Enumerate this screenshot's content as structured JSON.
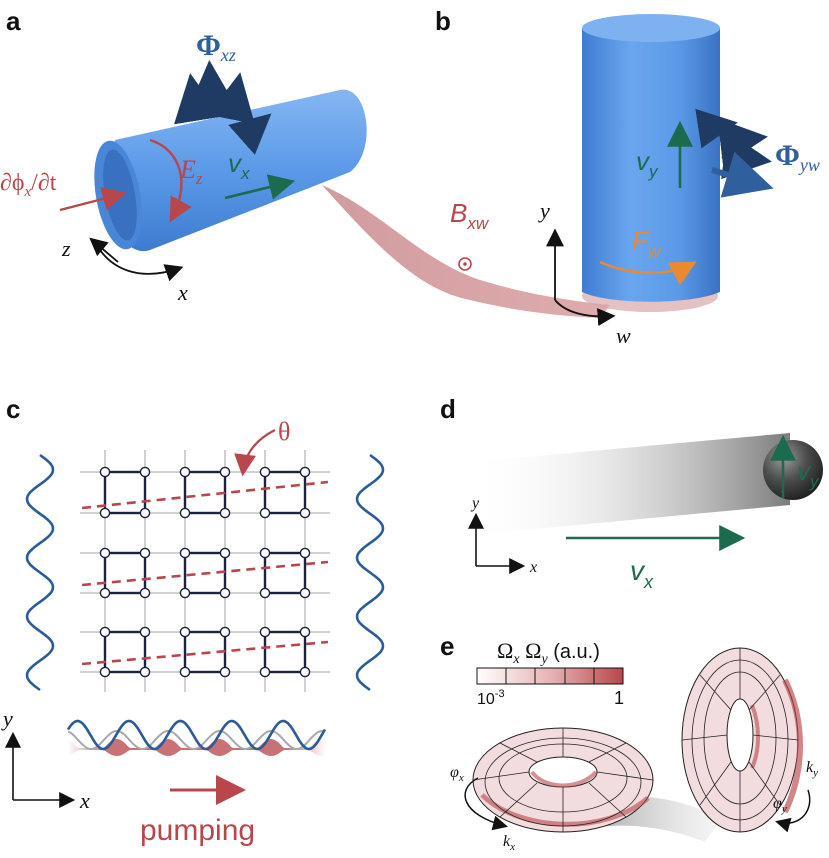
{
  "panels": {
    "a": {
      "label": "a",
      "flux": "Φ",
      "flux_sub": "xz",
      "efield": "E",
      "efield_sub": "z",
      "velocity": "v",
      "velocity_sub": "x",
      "dphi": "∂ϕ",
      "dphi_sub": "x",
      "dphi_tail": "/∂t",
      "axis_z": "z",
      "axis_x": "x"
    },
    "middle": {
      "bfield": "B",
      "bfield_sub": "xw"
    },
    "b": {
      "label": "b",
      "flux": "Φ",
      "flux_sub": "yw",
      "velocity": "v",
      "velocity_sub": "y",
      "force": "F",
      "force_sub": "w",
      "axis_y": "y",
      "axis_w": "w"
    },
    "c": {
      "label": "c",
      "theta": "θ",
      "axis_y": "y",
      "axis_x": "x",
      "pumping": "pumping"
    },
    "d": {
      "label": "d",
      "axis_y": "y",
      "axis_x": "x",
      "vy": "v",
      "vy_sub": "y",
      "vx": "v",
      "vx_sub": "x"
    },
    "e": {
      "label": "e",
      "colorbar_title_1": "Ω",
      "colorbar_title_1_sub": "x",
      "colorbar_title_2": "Ω",
      "colorbar_title_2_sub": "y",
      "colorbar_units": "(a.u.)",
      "colorbar_min": "10",
      "colorbar_min_exp": "-3",
      "colorbar_max": "1",
      "phi_x": "φ",
      "phi_x_sub": "x",
      "k_x": "k",
      "k_x_sub": "x",
      "k_y": "k",
      "k_y_sub": "y",
      "phi_y": "φ",
      "phi_y_sub": "y"
    }
  },
  "colors": {
    "cylinder": "#5b9ae8",
    "red": "#b8464b",
    "green": "#1d6b4f",
    "blue_dark": "#1f3b63",
    "blue_text": "#2f5f9d",
    "orange": "#e98a2e",
    "lattice": "#1b2340",
    "wave": "#2b5b99"
  }
}
